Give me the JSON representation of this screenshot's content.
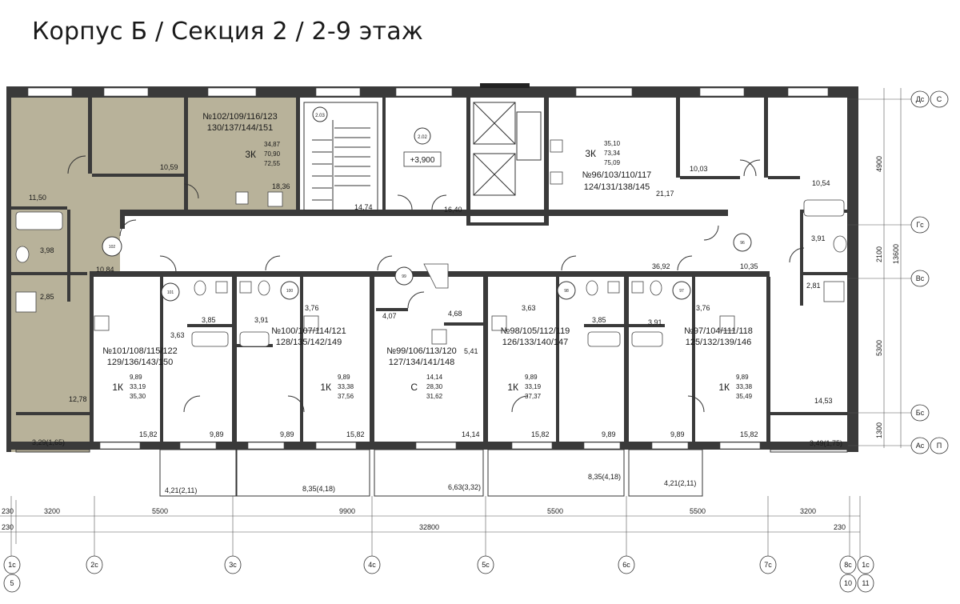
{
  "title": "Корпус Б / Секция 2 / 2-9 этаж",
  "colors": {
    "highlight": "#b8b29a",
    "wall": "#3a3a3a",
    "line": "#333333"
  },
  "apartments": [
    {
      "id": "a102",
      "numbers": [
        "№102/109/116/123",
        "130/137/144/151"
      ],
      "type": "3К",
      "areas": [
        "34,87",
        "70,90",
        "72,55"
      ]
    },
    {
      "id": "a96",
      "numbers": [
        "№96/103/110/117",
        "124/131/138/145"
      ],
      "type": "3К",
      "areas": [
        "35,10",
        "73,34",
        "75,09"
      ]
    },
    {
      "id": "a101",
      "numbers": [
        "№101/108/115/122",
        "129/136/143/150"
      ],
      "type": "1К",
      "areas": [
        "9,89",
        "33,19",
        "35,30"
      ]
    },
    {
      "id": "a100",
      "numbers": [
        "№100/107/114/121",
        "128/135/142/149"
      ],
      "type": "1К",
      "areas": [
        "9,89",
        "33,38",
        "37,56"
      ]
    },
    {
      "id": "a99",
      "numbers": [
        "№99/106/113/120",
        "127/134/141/148"
      ],
      "type": "С",
      "areas": [
        "14,14",
        "28,30",
        "31,62"
      ]
    },
    {
      "id": "a98",
      "numbers": [
        "№98/105/112/119",
        "126/133/140/147"
      ],
      "type": "1К",
      "areas": [
        "9,89",
        "33,19",
        "37,37"
      ]
    },
    {
      "id": "a97",
      "numbers": [
        "№97/104/111/118",
        "125/132/139/146"
      ],
      "type": "1К",
      "areas": [
        "9,89",
        "33,38",
        "35,49"
      ]
    }
  ],
  "room_areas": {
    "r1050": "10,59",
    "r1150": "11,50",
    "r398a": "3,98",
    "r1084": "10,84",
    "r285a": "2,85",
    "r1278": "12,78",
    "r329": "3,29(1,65)",
    "r1836": "18,36",
    "r1474": "14,74",
    "r1640": "16,40",
    "r1003": "10,03",
    "r2117": "21,17",
    "r1054": "10,54",
    "r391r": "3,91",
    "r3692": "36,92",
    "r1035": "10,35",
    "r281": "2,81",
    "r1453": "14,53",
    "r349": "3,49(1,75)",
    "r363a": "3,63",
    "r385a": "3,85",
    "r391a": "3,91",
    "r376a": "3,76",
    "r407": "4,07",
    "r468": "4,68",
    "r541": "5,41",
    "r363b": "3,63",
    "r385b": "3,85",
    "r391b": "3,91",
    "r376b": "3,76",
    "r1582a": "15,82",
    "r989a": "9,89",
    "r989b": "9,89",
    "r1582b": "15,82",
    "r1414": "14,14",
    "r1582c": "15,82",
    "r989c": "9,89",
    "r989d": "9,89",
    "r1582d": "15,82",
    "b421a": "4,21(2,11)",
    "b835a": "8,35(4,18)",
    "b663": "6,63(3,32)",
    "b835b": "8,35(4,18)",
    "b421b": "4,21(2,11)"
  },
  "elevation": "+3,900",
  "room_tags": [
    "2.03",
    "2.02",
    "102",
    "101",
    "100",
    "99",
    "98",
    "97",
    "96"
  ],
  "dimensions": {
    "row1": [
      "230",
      "3200",
      "5500",
      "9900",
      "5500",
      "5500",
      "3200"
    ],
    "row2": [
      "230",
      "32800",
      "230"
    ],
    "right": [
      "4900",
      "2100",
      "5300",
      "1300",
      "13600"
    ]
  },
  "axes_bottom": [
    {
      "label": "1с",
      "sub": "5"
    },
    {
      "label": "2с",
      "sub": ""
    },
    {
      "label": "3с",
      "sub": ""
    },
    {
      "label": "4с",
      "sub": ""
    },
    {
      "label": "5с",
      "sub": ""
    },
    {
      "label": "6с",
      "sub": ""
    },
    {
      "label": "7с",
      "sub": ""
    },
    {
      "label": "8с",
      "sub": "10"
    },
    {
      "label": "1с",
      "sub": "11"
    }
  ],
  "axes_right": [
    {
      "label": "Дс",
      "alt": "С"
    },
    {
      "label": "Гс",
      "alt": ""
    },
    {
      "label": "Вс",
      "alt": ""
    },
    {
      "label": "Бс",
      "alt": ""
    },
    {
      "label": "Ас",
      "alt": "П"
    }
  ]
}
